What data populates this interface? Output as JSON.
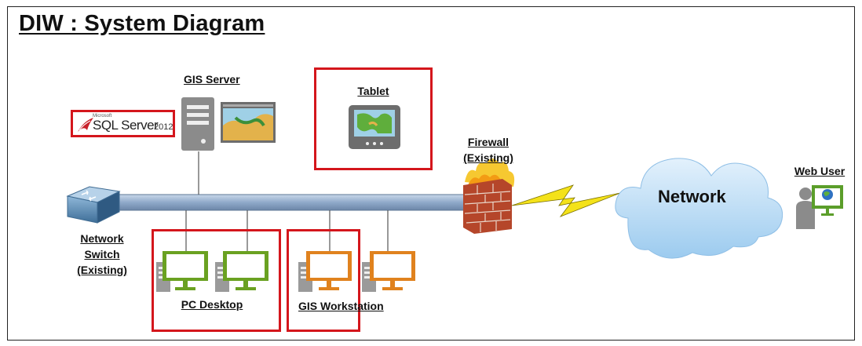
{
  "title": "DIW : System Diagram",
  "labels": {
    "gis_server": "GIS Server",
    "tablet": "Tablet",
    "firewall_line1": "Firewall",
    "firewall_line2": "(Existing)",
    "web_user": "Web User",
    "network_cloud": "Network",
    "switch_line1": "Network",
    "switch_line2": "Switch",
    "switch_line3": "(Existing)",
    "pc_desktop": "PC Desktop",
    "gis_workstation": "GIS Workstation"
  },
  "sql_logo": {
    "vendor": "Microsoft",
    "product": "SQL Server",
    "version": "2012"
  },
  "colors": {
    "highlight": "#d4161c",
    "pc_monitor": "#6aa121",
    "gis_monitor": "#e0821e",
    "backbone": "#9fb8d6",
    "cloud": "#bcdcf5",
    "server_grey": "#8b8b8b"
  }
}
